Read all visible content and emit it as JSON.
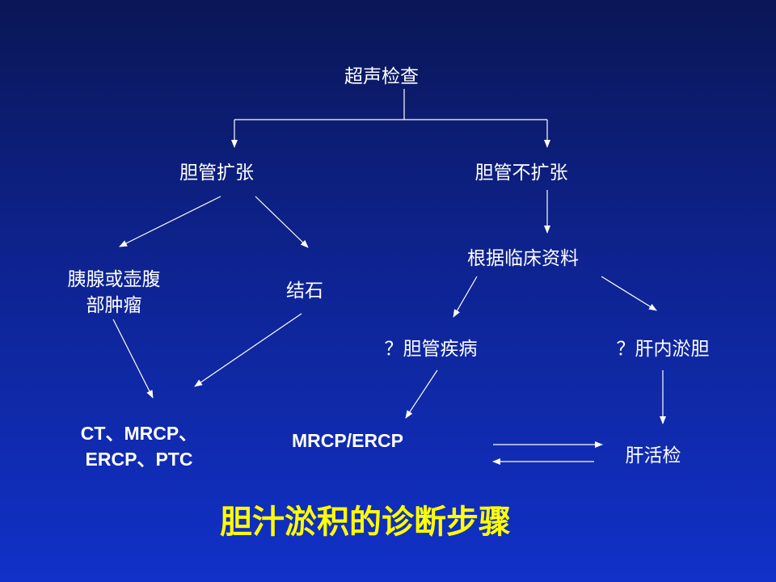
{
  "nodes": {
    "ultrasound": "超声检查",
    "dilated": "胆管扩张",
    "not_dilated": "胆管不扩张",
    "clinical": "根据临床资料",
    "tumor_line1": "胰腺或壶腹",
    "tumor_line2": "部肿瘤",
    "stone": "结石",
    "biliary_disease": "？胆管疾病",
    "intrahepatic": "？肝内淤胆",
    "imaging_line1": "CT、MRCP、",
    "imaging_line2": "ERCP、PTC",
    "mrcp_ercp": "MRCP/ERCP",
    "biopsy": "肝活检"
  },
  "title": "胆汁淤积的诊断步骤",
  "colors": {
    "title": "#ffff00",
    "text": "#ffffff"
  }
}
